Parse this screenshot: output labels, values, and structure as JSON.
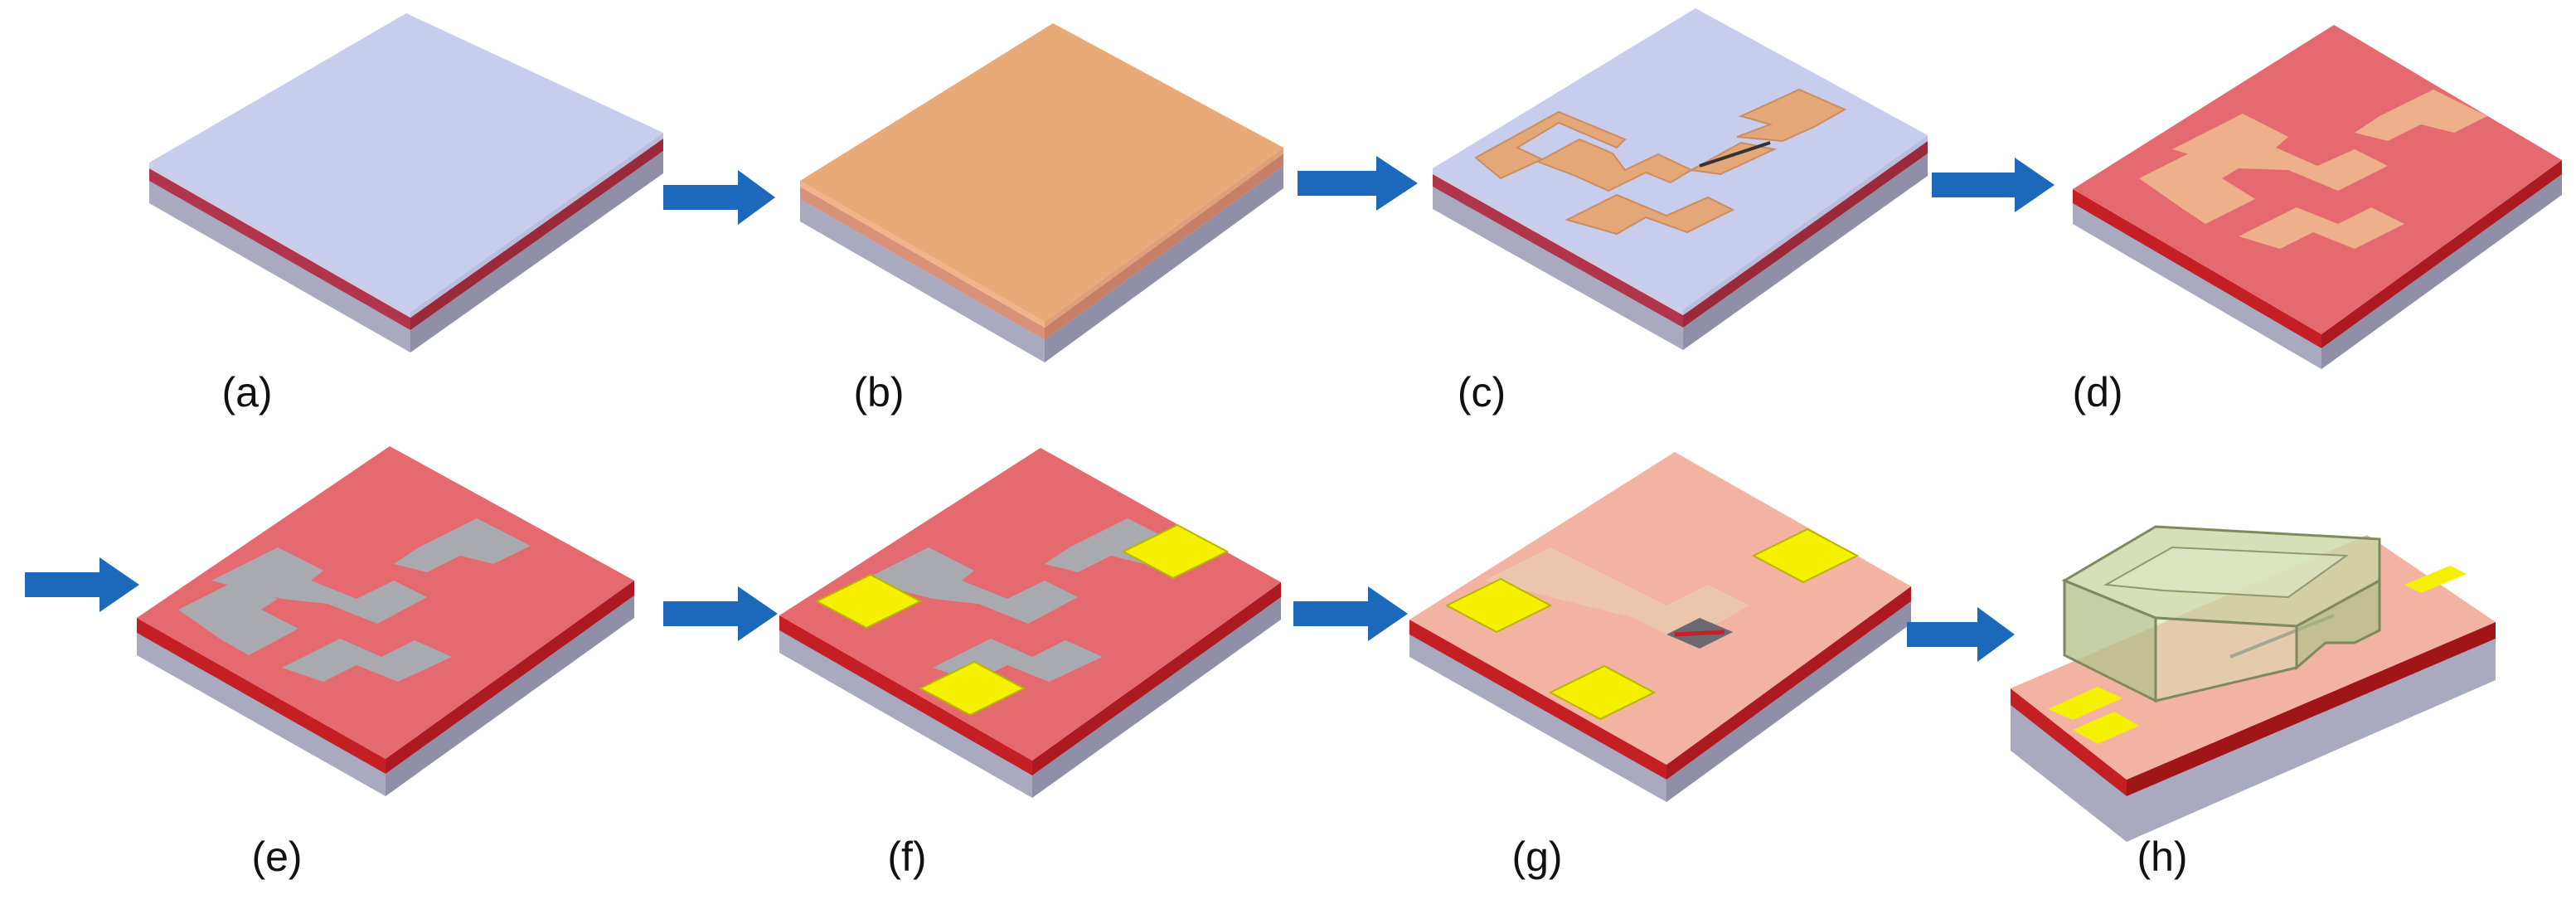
{
  "panels": [
    {
      "label": "(a)"
    },
    {
      "label": "(b)"
    },
    {
      "label": "(c)"
    },
    {
      "label": "(d)"
    },
    {
      "label": "(e)"
    },
    {
      "label": "(f)"
    },
    {
      "label": "(g)"
    },
    {
      "label": "(h)"
    }
  ],
  "colors": {
    "substrate": "#b5b5c9",
    "oxide_line": "#9a2a3a",
    "top_blue": "#c8cdee",
    "top_orange": "#e8aa78",
    "pattern_orange": "#e4a777",
    "top_red": "#e56a70",
    "side_red": "#c41f25",
    "pattern_gray": "#a9aab0",
    "pad_yellow": "#f4f000",
    "top_pink": "#f3b3a3",
    "cap_green": "#c9d7a4",
    "arrow_blue": "#1c68bb"
  }
}
